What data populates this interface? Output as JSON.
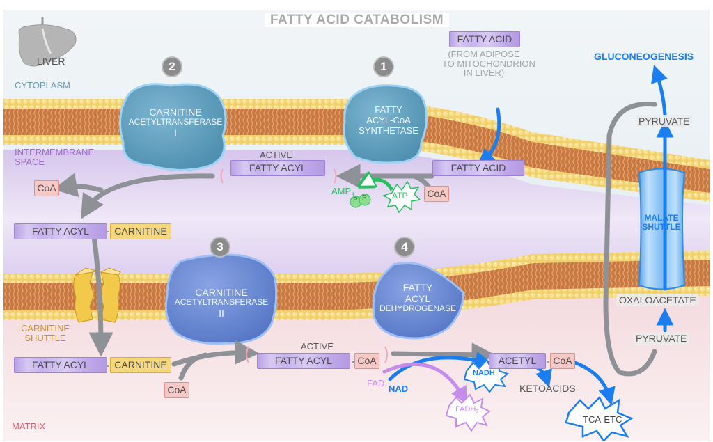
{
  "title": "FATTY ACID CATABOLISM",
  "organ": {
    "label": "LIVER",
    "icon": "liver-icon"
  },
  "regions": {
    "cytoplasm": "CYTOPLASM",
    "intermembrane": [
      "INTERMEMBRANE",
      "SPACE"
    ],
    "matrix": "MATRIX"
  },
  "steps": [
    {
      "number": "1",
      "enzyme": [
        "FATTY",
        "ACYL-CoA",
        "SYNTHETASE"
      ]
    },
    {
      "number": "2",
      "enzyme": [
        "CARNITINE",
        "ACETYLTRANSFERASE",
        "I"
      ]
    },
    {
      "number": "3",
      "enzyme": [
        "CARNITINE",
        "ACETYLTRANSFERASE",
        "II"
      ]
    },
    {
      "number": "4",
      "enzyme": [
        "FATTY",
        "ACYL",
        "DEHYDROGENASE"
      ]
    }
  ],
  "molecules": {
    "fatty_acid_top": "FATTY ACID",
    "fatty_acid_note": [
      "(FROM ADIPOSE",
      "TO MITOCHONDRION",
      "IN LIVER)"
    ],
    "fatty_acid_ims": "FATTY ACID",
    "coa": "CoA",
    "active_label": "ACTIVE",
    "fatty_acyl": "FATTY ACYL",
    "carnitine": "CARNITINE",
    "acetyl": "ACETYL",
    "amp": "AMP",
    "plus": "+",
    "p": "P",
    "atp": "ATP",
    "fad": "FAD",
    "nad": "NAD",
    "nadh": "NADH",
    "fadh2": "FADH",
    "fadh2_sub": "2",
    "ketoacids": "KETOACIDS",
    "tca_etc": "TCA-ETC"
  },
  "transport": {
    "carnitine_shuttle": [
      "CARNITINE",
      "SHUTTLE"
    ],
    "malate_shuttle": [
      "MALATE",
      "SHUTTLE"
    ]
  },
  "gluconeogenesis": {
    "label": "GLUCONEOGENESIS",
    "pyruvate_top": "PYRUVATE",
    "oxaloacetate": "OXALOACETATE",
    "pyruvate_bottom": "PYRUVATE"
  },
  "colors": {
    "enzyme_teal": "#5e9fbf",
    "enzyme_blue": "#6a8bd6",
    "arrow_gray": "#8e9196",
    "arrow_blue": "#1a7ef0",
    "green": "#25c060",
    "fad_purple": "#c58cec",
    "membrane_orange": "#c97840",
    "membrane_yellow": "#f4d77a",
    "cytoplasm_text": "#6a9bb2",
    "ims_text": "#9a6dc0",
    "matrix_text": "#d06070",
    "shuttle_text": "#c9901e"
  }
}
